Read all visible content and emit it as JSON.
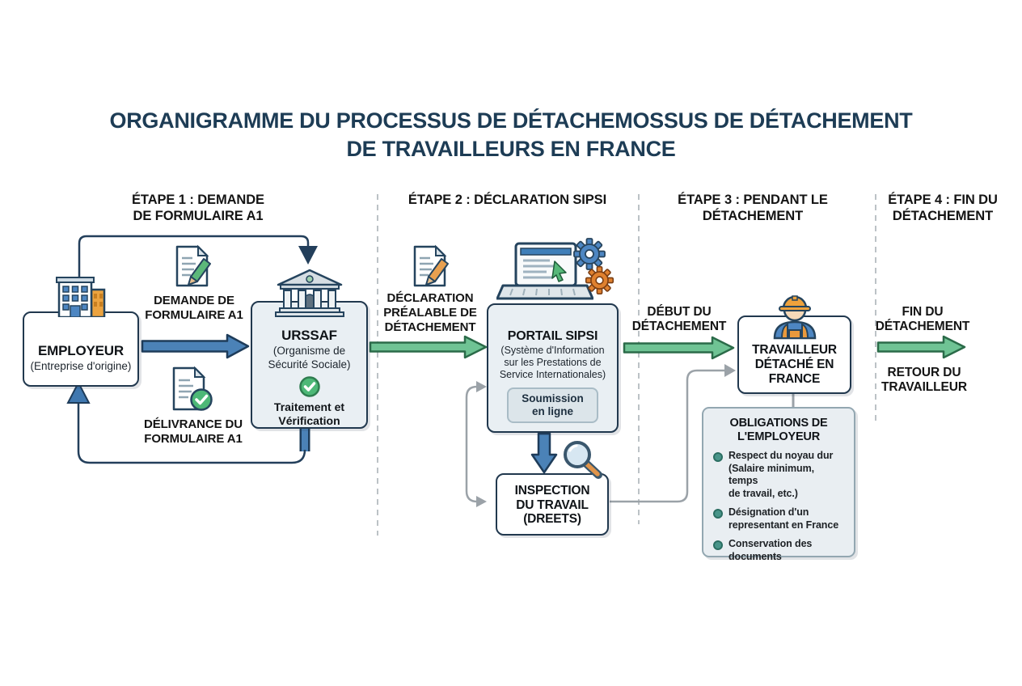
{
  "title": {
    "line1": "ORGANIGRAMME DU PROCESSUS DE DÉTACHEMOSSUS DE DÉTACHEMENT",
    "line2": "DE TRAVAILLEURS EN FRANCE"
  },
  "steps": [
    {
      "label": "ÉTAPE 1 : DEMANDE\nDE FORMULAIRE A1"
    },
    {
      "label": "ÉTAPE 2 : DÉCLARATION SIPSI"
    },
    {
      "label": "ÉTAPE 3 : PENDANT LE\nDÉTACHEMENT"
    },
    {
      "label": "ÉTAPE 4 : FIN DU\nDÉTACHEMENT"
    }
  ],
  "nodes": {
    "employer": {
      "title": "EMPLOYEUR",
      "subtitle": "(Entreprise d'origine)"
    },
    "urssaf": {
      "title": "URSSAF",
      "subtitle": "(Organisme de\nSécurité Sociale)",
      "note": "Traitement et\nVérification"
    },
    "sipsi": {
      "title": "PORTAIL SIPSI",
      "subtitle": "(Système d'Information\nsur les Prestations de\nService Internationales)",
      "button": "Soumission\nen ligne"
    },
    "inspection": {
      "title": "INSPECTION\nDU TRAVAIL\n(DREETS)"
    },
    "worker": {
      "title": "TRAVAILLEUR\nDÉTACHÉ EN\nFRANCE"
    },
    "obligations": {
      "title": "OBLIGATIONS DE\nL'EMPLOYEUR",
      "bullets": [
        "Respect du noyau dur\n(Salaire minimum, temps\nde travail, etc.)",
        "Désignation d'un\nrepresentant en France",
        "Conservation des\ndocuments"
      ]
    }
  },
  "labels": {
    "demande": "DEMANDE DE\nFORMULAIRE A1",
    "delivrance": "DÉLIVRANCE DU\nFORMULAIRE A1",
    "declaration": "DÉCLARATION\nPRÉALABLE DE\nDÉTACHEMENT",
    "debut": "DÉBUT DU\nDÉTACHEMENT",
    "fin": "FIN DU\nDÉTACHEMENT",
    "retour": "RETOUR DU\nTRAVAILLEUR"
  },
  "icons": [
    "building-icon",
    "bank-icon",
    "document-pencil-green-icon",
    "document-check-icon",
    "document-pencil-orange-icon",
    "laptop-icon",
    "gear-blue-icon",
    "gear-orange-icon",
    "magnifier-icon",
    "worker-icon",
    "check-circle-icon"
  ],
  "colors": {
    "navy": "#1d3c55",
    "blue_arrow": "#4b82b7",
    "green_arrow": "#6fc394",
    "grey_connector": "#9ba2a8",
    "box_fill_light": "#e9eff3",
    "orange": "#e0812f",
    "teal_bullet": "#49958a"
  }
}
